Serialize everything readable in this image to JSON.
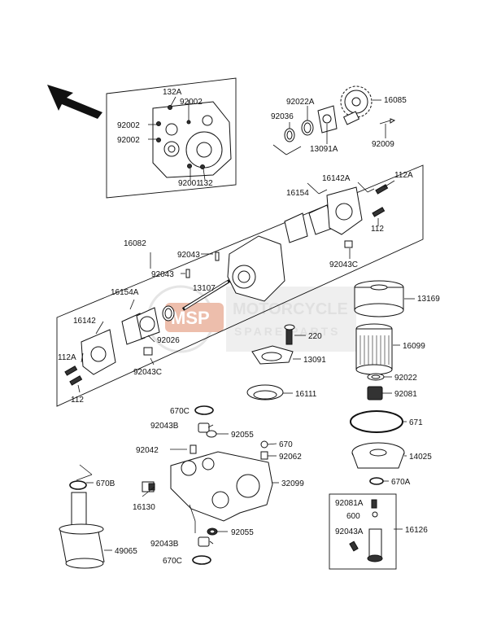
{
  "watermark": {
    "logo_text": "MSP",
    "line1": "MOTORCYCLE",
    "line2": "SPARE PARTS"
  },
  "labels": {
    "l132A": "132A",
    "l92002a": "92002",
    "l92002b": "92002",
    "l92002c": "92002",
    "l92001": "92001",
    "l132": "132",
    "l92022A": "92022A",
    "l92036": "92036",
    "l16085": "16085",
    "l13091A": "13091A",
    "l92009": "92009",
    "l16142A": "16142A",
    "l112A_top": "112A",
    "l16154": "16154",
    "l112_top": "112",
    "l16082": "16082",
    "l92043a": "92043",
    "l92043b": "92043",
    "l92043C_r": "92043C",
    "l13107": "13107",
    "l16154A": "16154A",
    "l16142": "16142",
    "l92026": "92026",
    "l112A_left": "112A",
    "l92043C_l": "92043C",
    "l112_left": "112",
    "l13169": "13169",
    "l220": "220",
    "l16099": "16099",
    "l13091": "13091",
    "l92022": "92022",
    "l16111": "16111",
    "l92081": "92081",
    "l670C_top": "670C",
    "l92043B_top": "92043B",
    "l92055_top": "92055",
    "l671": "671",
    "l92042": "92042",
    "l670": "670",
    "l92062": "92062",
    "l14025": "14025",
    "l670B": "670B",
    "l32099": "32099",
    "l670A": "670A",
    "l16130": "16130",
    "l92081A": "92081A",
    "l600": "600",
    "l92043A": "92043A",
    "l16126": "16126",
    "l92055_bot": "92055",
    "l92043B_bot": "92043B",
    "l49065": "49065",
    "l670C_bot": "670C"
  }
}
